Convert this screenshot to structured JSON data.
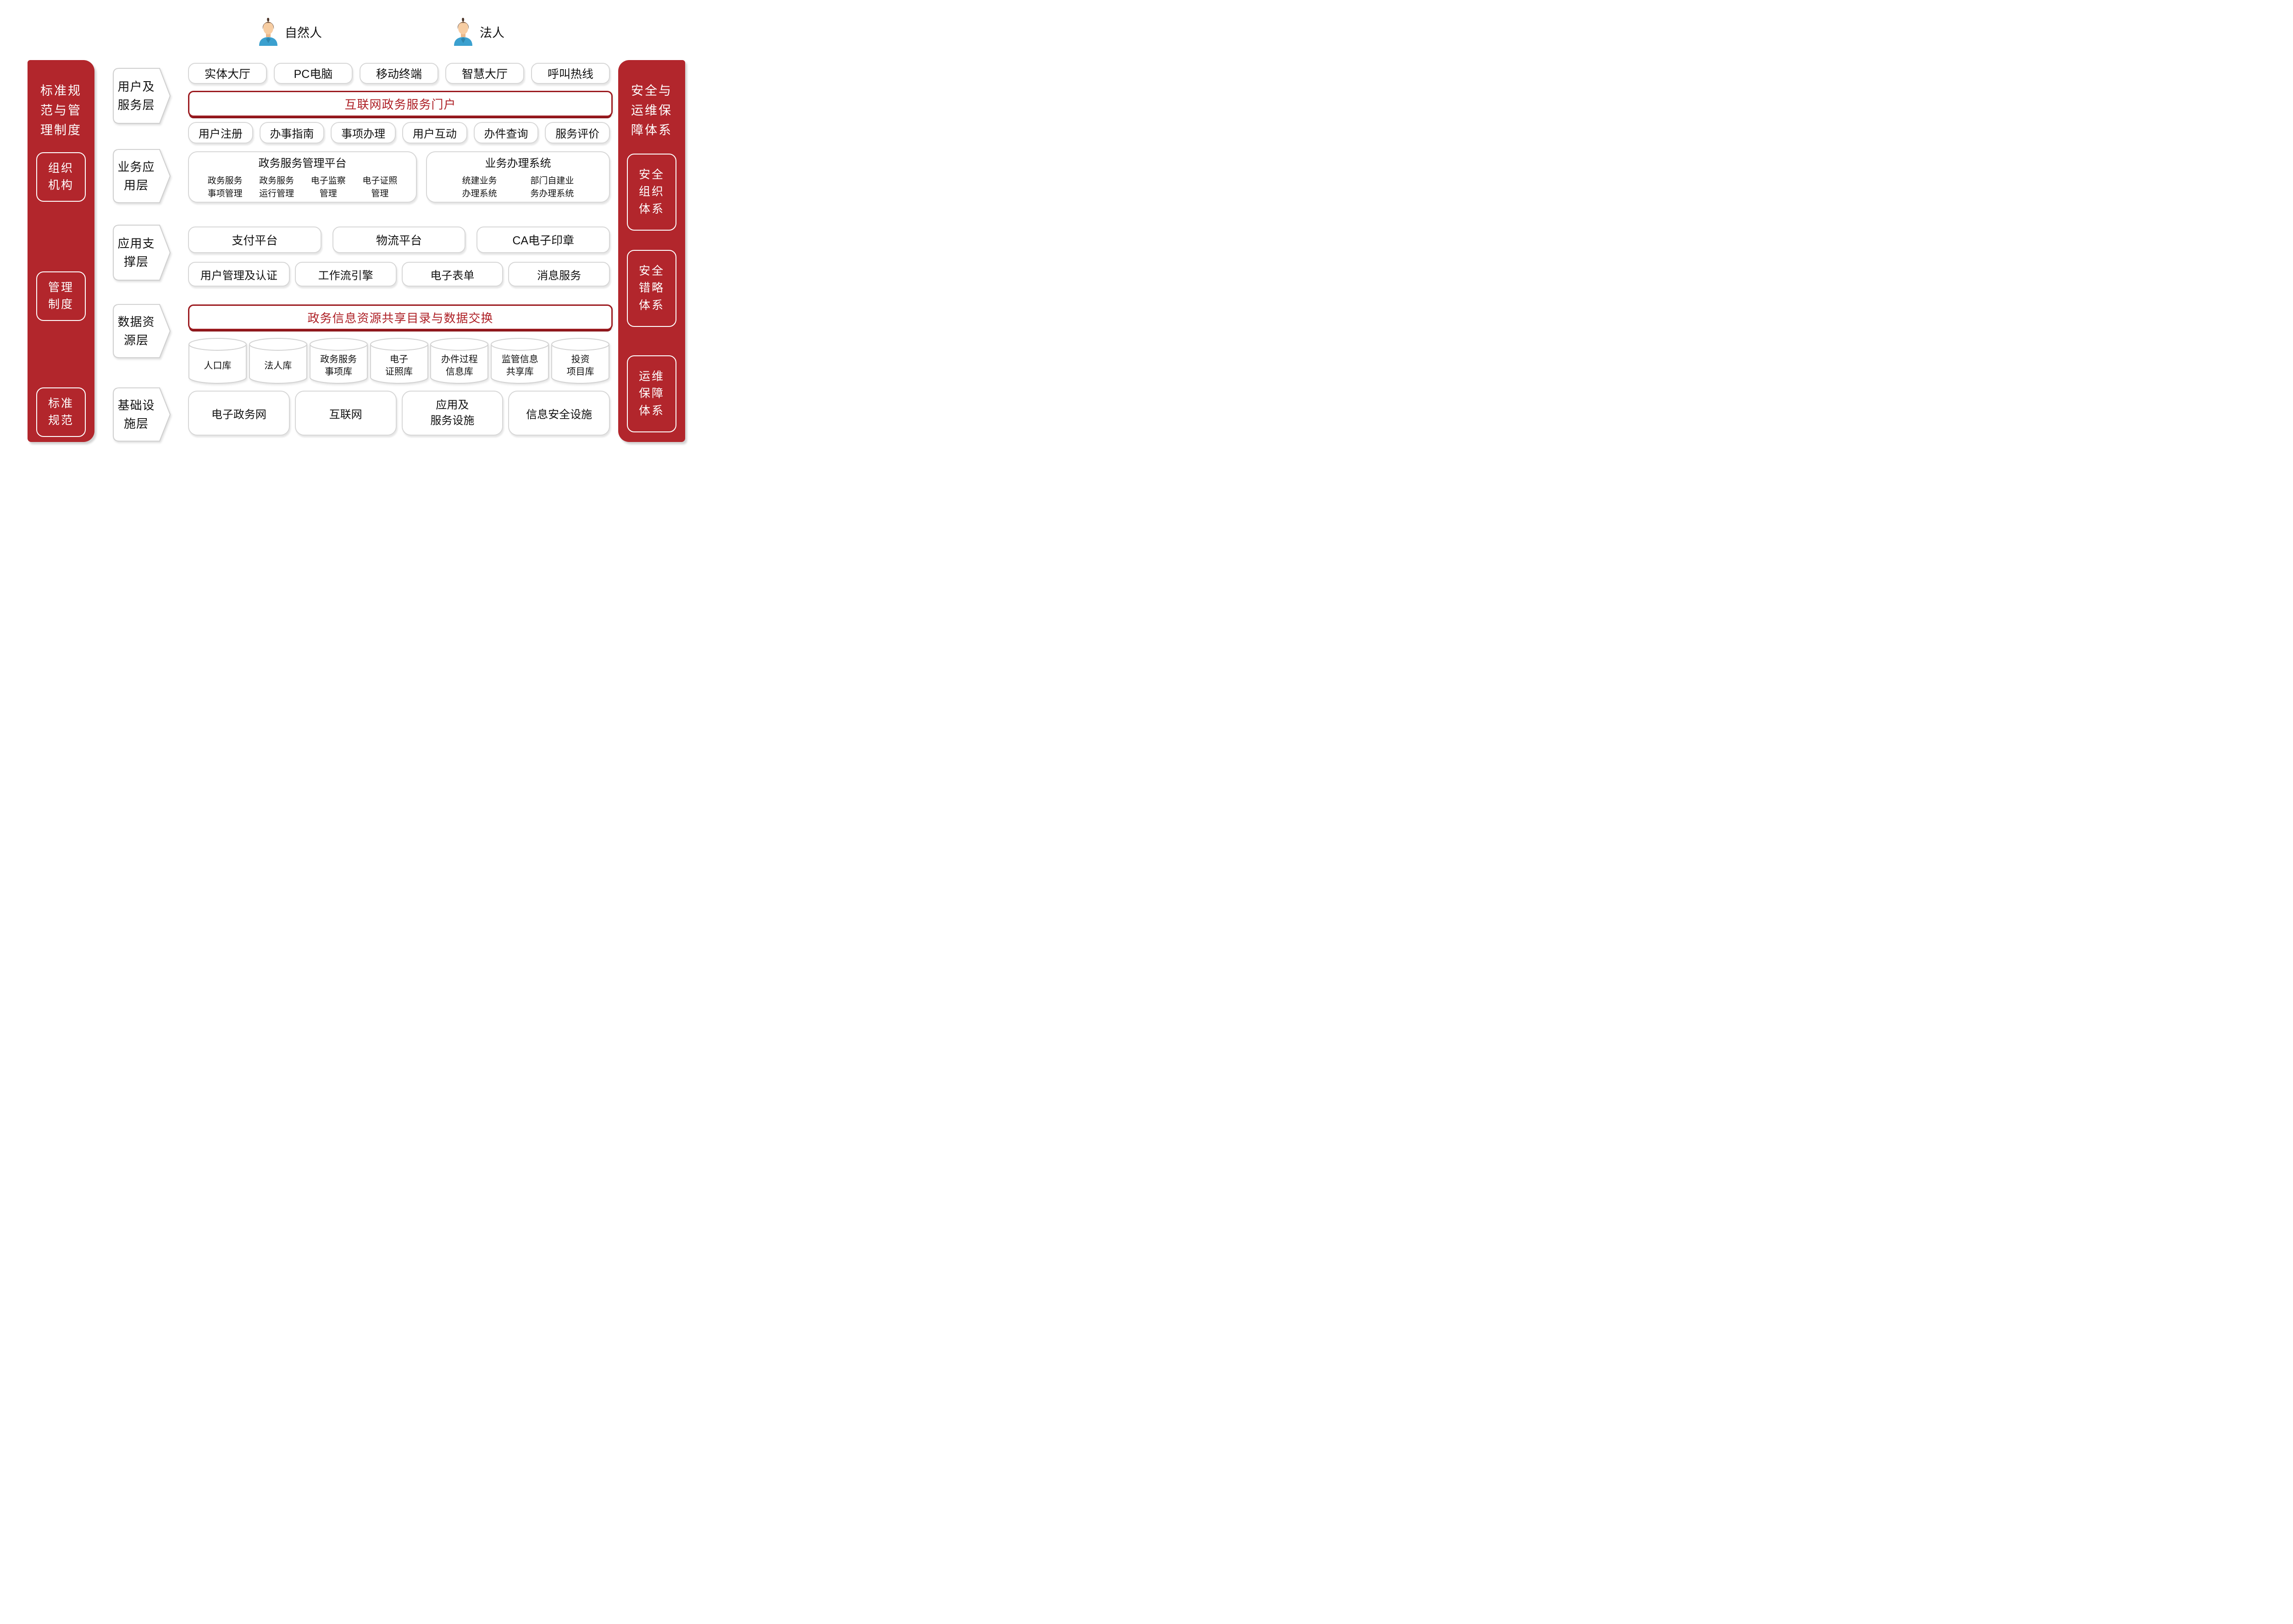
{
  "actors": [
    {
      "label": "自然人"
    },
    {
      "label": "法人"
    }
  ],
  "left_sidebar": {
    "title": "标准规\n范与管\n理制度",
    "items": [
      {
        "label": "组织\n机构"
      },
      {
        "label": "管理\n制度"
      },
      {
        "label": "标准\n规范"
      }
    ]
  },
  "right_sidebar": {
    "title": "安全与\n运维保\n障体系",
    "items": [
      {
        "label": "安全\n组织\n体系"
      },
      {
        "label": "安全\n错略\n体系"
      },
      {
        "label": "运维\n保障\n体系"
      }
    ]
  },
  "layers": [
    {
      "label": "用户及\n服务层"
    },
    {
      "label": "业务应\n用层"
    },
    {
      "label": "应用支\n撑层"
    },
    {
      "label": "数据资\n源层"
    },
    {
      "label": "基础设\n施层"
    }
  ],
  "user_service_layer": {
    "channels": [
      "实体大厅",
      "PC电脑",
      "移动终端",
      "智慧大厅",
      "呼叫热线"
    ],
    "portal": "互联网政务服务门户",
    "functions": [
      "用户注册",
      "办事指南",
      "事项办理",
      "用户互动",
      "办件查询",
      "服务评价"
    ]
  },
  "business_layer": {
    "platform": {
      "title": "政务服务管理平台",
      "items": [
        "政务服务\n事项管理",
        "政务服务\n运行管理",
        "电子监察\n管理",
        "电子证照\n管理"
      ]
    },
    "system": {
      "title": "业务办理系统",
      "items": [
        "统建业务\n办理系统",
        "部门自建业\n务办理系统"
      ]
    }
  },
  "support_layer": {
    "row1": [
      "支付平台",
      "物流平台",
      "CA电子印章"
    ],
    "row2": [
      "用户管理及认证",
      "工作流引擎",
      "电子表单",
      "消息服务"
    ]
  },
  "data_layer": {
    "exchange": "政务信息资源共享目录与数据交换",
    "databases": [
      "人口库",
      "法人库",
      "政务服务\n事项库",
      "电子\n证照库",
      "办件过程\n信息库",
      "监管信息\n共享库",
      "投资\n项目库"
    ]
  },
  "infra_layer": {
    "items": [
      "电子政务网",
      "互联网",
      "应用及\n服务设施",
      "信息安全设施"
    ]
  },
  "colors": {
    "sidebar_red": "#b2262c",
    "accent_red": "#9c1b20",
    "portal_text_red": "#ae2026",
    "border_gray": "#d7d7d7"
  }
}
